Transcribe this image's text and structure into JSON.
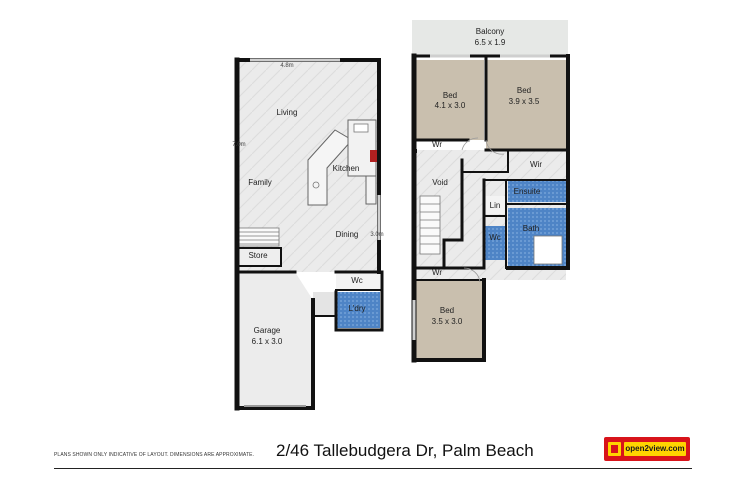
{
  "plan": {
    "ground_floor": {
      "dimensions": {
        "top": "4.8m",
        "left": "7.0m",
        "dining_right": "3.0m"
      },
      "rooms": {
        "living": "Living",
        "family": "Family",
        "kitchen": "Kitchen",
        "dining": "Dining",
        "store": "Store",
        "wc": "Wc",
        "laundry": "L'dry",
        "garage": "Garage",
        "garage_size": "6.1 x 3.0"
      }
    },
    "upper_floor": {
      "rooms": {
        "balcony": "Balcony",
        "balcony_size": "6.5 x 1.9",
        "bed1": "Bed",
        "bed1_size": "4.1 x 3.0",
        "bed2": "Bed",
        "bed2_size": "3.9 x 3.5",
        "bed3": "Bed",
        "bed3_size": "3.5 x 3.0",
        "wr1": "Wr",
        "wr2": "Wir",
        "wr3": "Wr",
        "void": "Void",
        "ensuite": "Ensuite",
        "lin": "Lin",
        "wc": "Wc",
        "bath": "Bath"
      }
    },
    "colors": {
      "wall": "#111111",
      "tile_floor": "#e8e8e8",
      "timber_floor": "#c9bfae",
      "wet_area": "#4a7fc0",
      "balcony": "#e6e8e6",
      "garage": "#ececec"
    }
  },
  "footer": {
    "disclaimer": "PLANS SHOWN ONLY INDICATIVE OF LAYOUT.  DIMENSIONS ARE APPROXIMATE.",
    "address": "2/46 Tallebudgera Dr, Palm Beach",
    "logo_text": "open2view.com"
  }
}
